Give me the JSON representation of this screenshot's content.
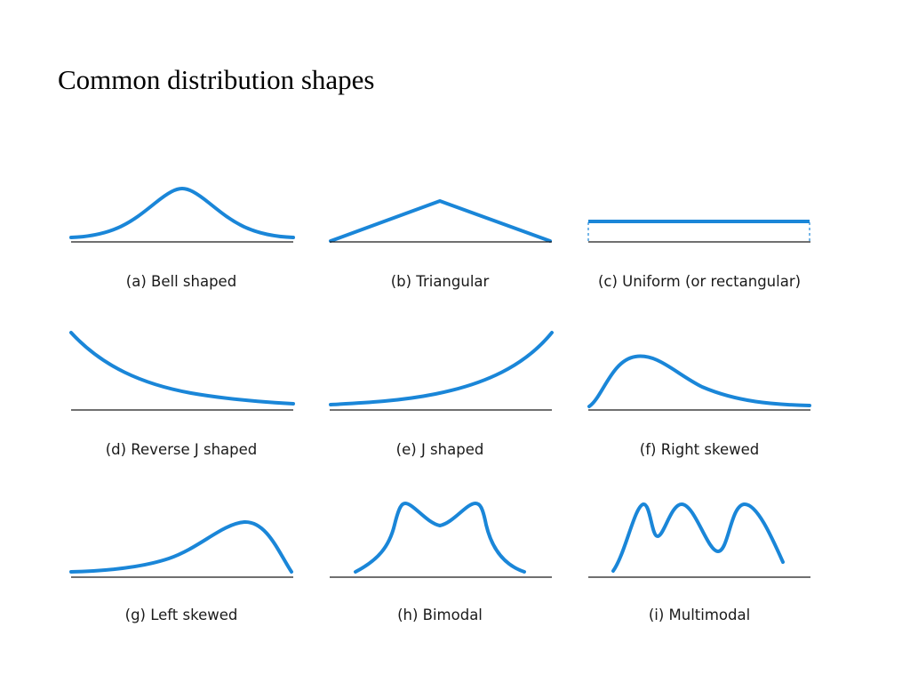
{
  "title": "Common distribution shapes",
  "colors": {
    "curve": "#1a86d8",
    "baseline": "#1a1a1a",
    "label": "#1a1a1a"
  },
  "panels": [
    {
      "id": "bell",
      "label": "(a)  Bell shaped"
    },
    {
      "id": "triangular",
      "label": "(b)  Triangular"
    },
    {
      "id": "uniform",
      "label": "(c)  Uniform (or rectangular)"
    },
    {
      "id": "reverse-j",
      "label": "(d)  Reverse J shaped"
    },
    {
      "id": "j",
      "label": "(e)  J shaped"
    },
    {
      "id": "right-skewed",
      "label": "(f)  Right skewed"
    },
    {
      "id": "left-skewed",
      "label": "(g)  Left skewed"
    },
    {
      "id": "bimodal",
      "label": "(h)  Bimodal"
    },
    {
      "id": "multimodal",
      "label": "(i)  Multimodal"
    }
  ]
}
